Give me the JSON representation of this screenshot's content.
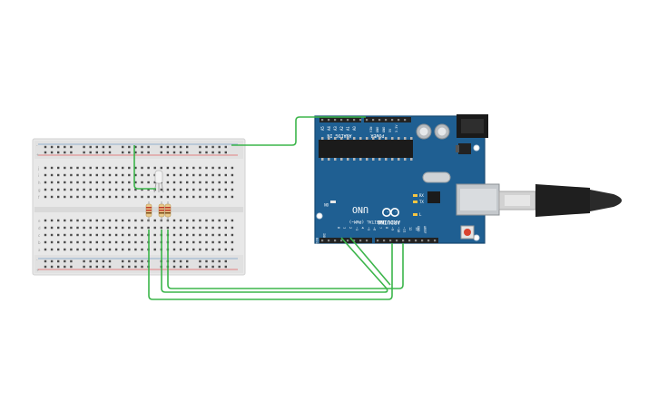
{
  "board": {
    "brand": "ARDUINO",
    "model": "UNO",
    "analog_label": "ANALOG IN",
    "power_label": "POWER",
    "digital_label": "DIGITAL (PWM~)",
    "on_label": "ON",
    "tx_label": "TX",
    "rx_label": "RX",
    "l_label": "L",
    "ioref_label": "IOREF",
    "reset_label": "RESET",
    "aref_label": "AREF",
    "gnd_label": "GND",
    "analog_pins": [
      "A5",
      "A4",
      "A3",
      "A2",
      "A1",
      "A0"
    ],
    "power_pins": [
      "VIN",
      "GND",
      "GND",
      "5V",
      "3.3V"
    ],
    "digital_pins": [
      "0",
      "1",
      "2",
      "~3",
      "4",
      "~5",
      "~6",
      "7",
      "8",
      "~9",
      "~10",
      "~11",
      "12",
      "13"
    ]
  },
  "breadboard": {
    "row_letters_top": [
      "j",
      "i",
      "h",
      "g",
      "f"
    ],
    "row_letters_bottom": [
      "e",
      "d",
      "c",
      "b",
      "a"
    ],
    "rail_plus": "+",
    "rail_minus": "-"
  },
  "colors": {
    "wire": "#3bb54a",
    "board": "#1f5f92",
    "board_edge": "#174a73",
    "breadboard": "#e9e9e9",
    "rail_red": "#e06060",
    "rail_blue": "#7aa0c8",
    "usb_cable": "#2a2a2a"
  }
}
